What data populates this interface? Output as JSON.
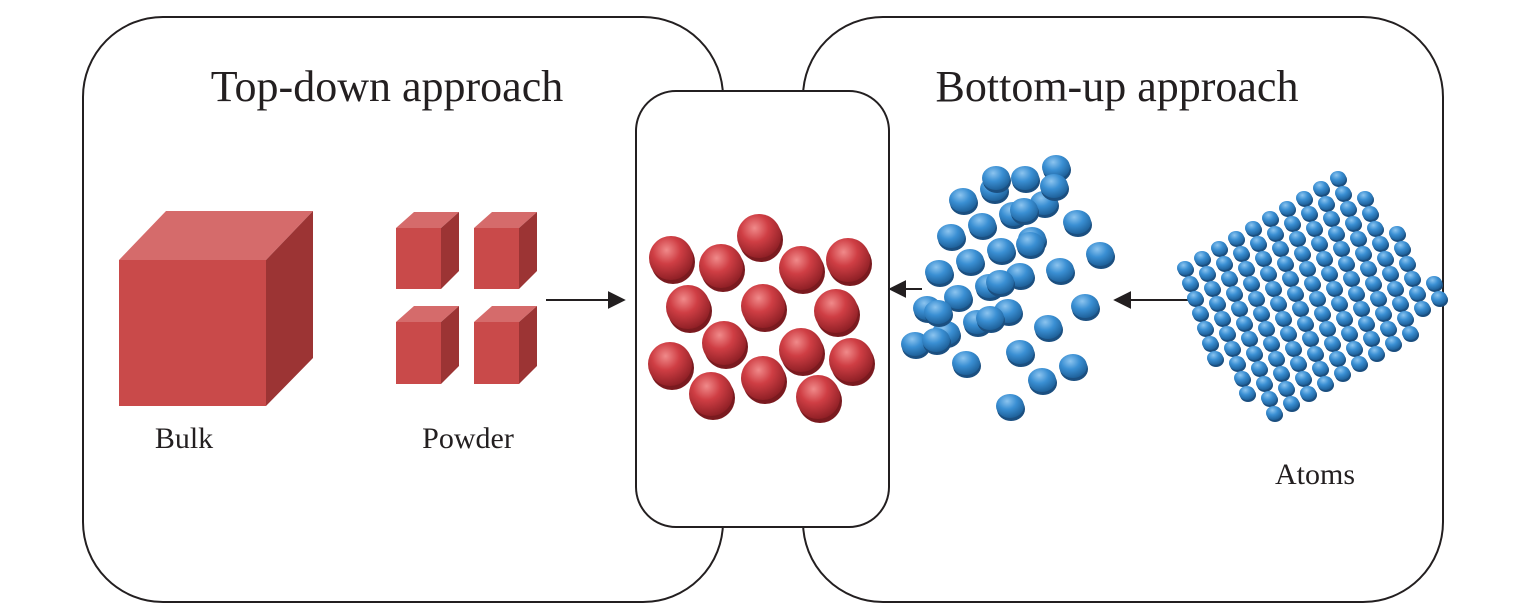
{
  "top_down": {
    "title": "Top-down approach",
    "bulk_label": "Bulk",
    "powder_label": "Powder"
  },
  "bottom_up": {
    "title": "Bottom-up approach",
    "atoms_label": "Atoms"
  },
  "colors": {
    "outline": "#231f20",
    "cube_front": "#c94a4a",
    "cube_top": "#d77070",
    "cube_side": "#9e3535",
    "particle": "#c8363e",
    "atom": "#2f7fc4",
    "atom_dark": "#1d5f9a"
  },
  "icons": [
    "cube-icon",
    "arrow-right-icon",
    "arrow-left-icon"
  ]
}
